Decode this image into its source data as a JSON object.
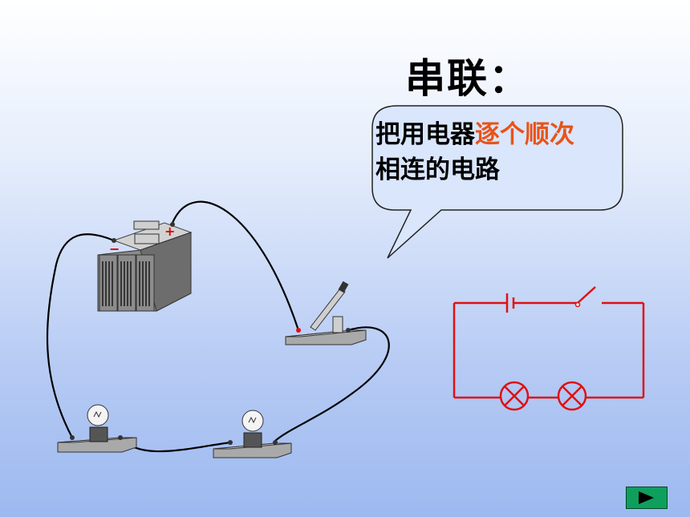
{
  "title": "串联：",
  "bubble": {
    "line1_a": "把用电器",
    "line1_b": "逐个顺次",
    "line2": "相连的电路"
  },
  "colors": {
    "highlight": "#e8531a",
    "schematic": "#e01010",
    "next_button": "#0f9f5c"
  },
  "battery_labels": {
    "negative": "−",
    "positive": "+"
  }
}
